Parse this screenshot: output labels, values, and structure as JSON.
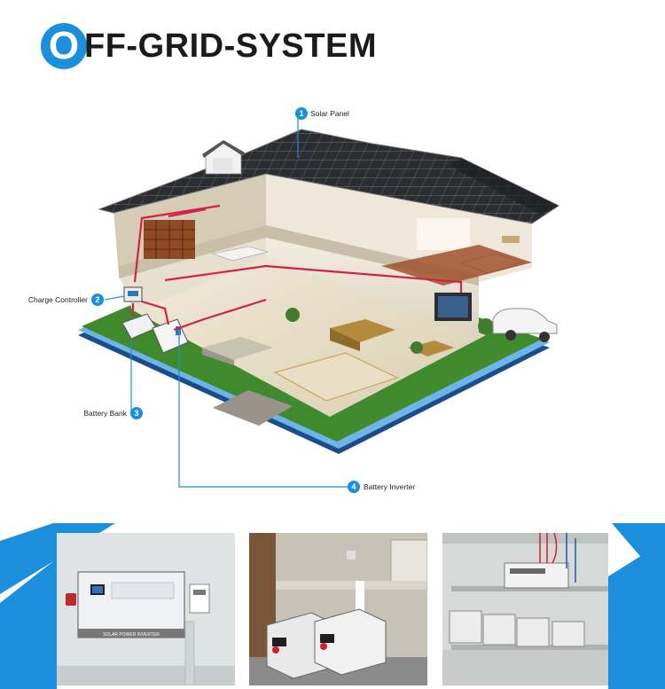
{
  "title": {
    "first_letter": "O",
    "rest": "FF-GRID-SYSTEM"
  },
  "callouts": [
    {
      "number": "1",
      "label": "Solar Panel"
    },
    {
      "number": "2",
      "label": "Charge Controller"
    },
    {
      "number": "3",
      "label": "Battery Bank"
    },
    {
      "number": "4",
      "label": "Battery Inverter"
    }
  ],
  "photos": [
    {
      "panel_label": "SOLAR POWER INVERTER"
    },
    {},
    {}
  ],
  "colors": {
    "accent": "#1c8fdc",
    "wire": "#d2204a",
    "grass": "#3f8a2c",
    "roof": "#2e3033"
  }
}
